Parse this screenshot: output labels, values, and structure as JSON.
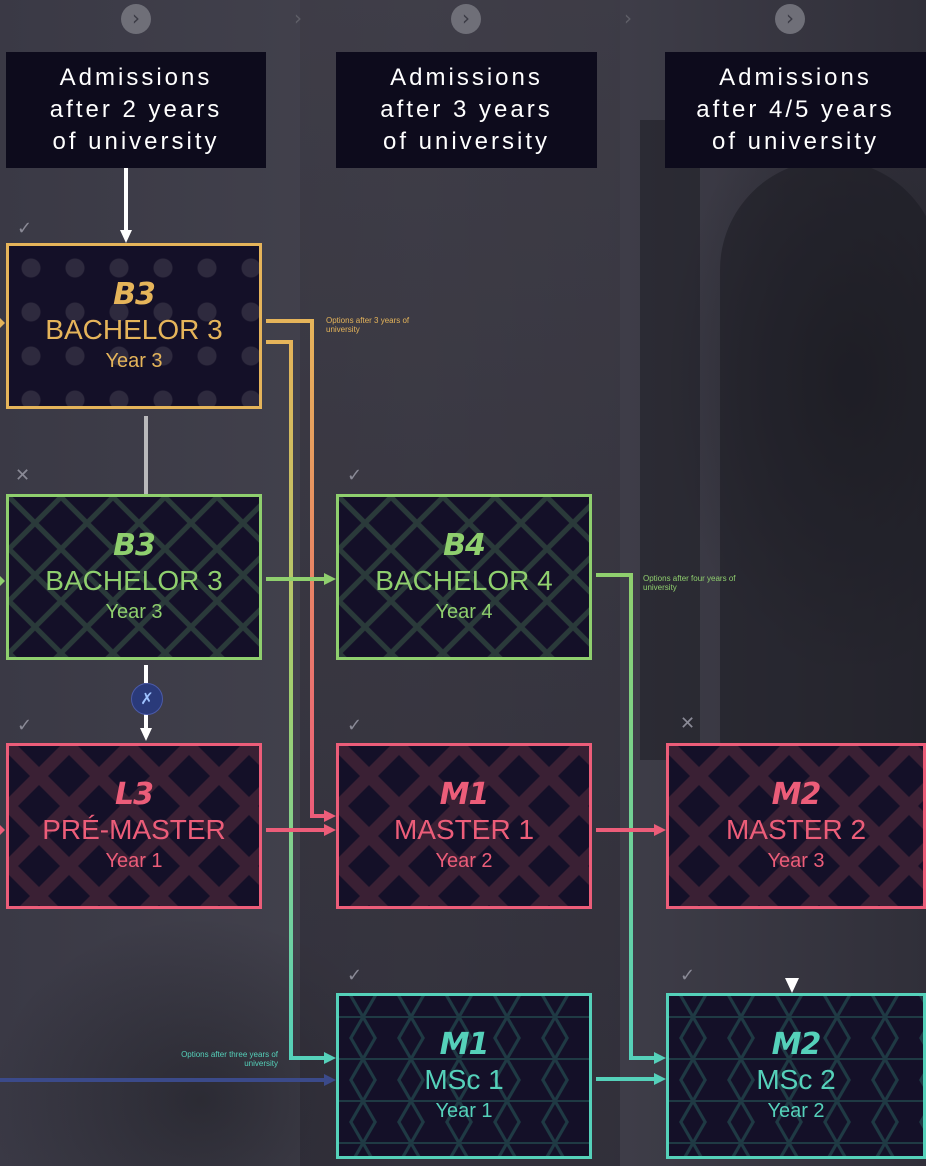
{
  "headers": [
    {
      "lines": [
        "Admissions",
        "after 2 years",
        "of university"
      ]
    },
    {
      "lines": [
        "Admissions",
        "after 3 years",
        "of university"
      ]
    },
    {
      "lines": [
        "Admissions",
        "after 4/5 years",
        "of university"
      ]
    }
  ],
  "cards": {
    "b3_top": {
      "code": "B3",
      "title": "BACHELOR 3",
      "year": "Year 3",
      "color": "#e5b45a"
    },
    "b3_mid": {
      "code": "B3",
      "title": "BACHELOR 3",
      "year": "Year 3",
      "color": "#8fcf6e"
    },
    "b4": {
      "code": "B4",
      "title": "BACHELOR 4",
      "year": "Year 4",
      "color": "#8fcf6e"
    },
    "l3": {
      "code": "L3",
      "title": "PRÉ-MASTER",
      "year": "Year 1",
      "color": "#ec5d79"
    },
    "m1": {
      "code": "M1",
      "title": "MASTER 1",
      "year": "Year 2",
      "color": "#ec5d79"
    },
    "m2": {
      "code": "M2",
      "title": "MASTER 2",
      "year": "Year 3",
      "color": "#ec5d79"
    },
    "msc1": {
      "code": "M1",
      "title": "MSc 1",
      "year": "Year 1",
      "color": "#55d1ba"
    },
    "msc2": {
      "code": "M2",
      "title": "MSc 2",
      "year": "Year 2",
      "color": "#55d1ba"
    }
  },
  "notes": {
    "after3_top": "Options after 3 years of university",
    "after4": "Options after four years of university",
    "after3_bottom": "Options after three years of university"
  },
  "marks": {
    "check": "✓",
    "cross": "✕"
  },
  "icons": {
    "chevron": "chevron-right-icon",
    "badge": "flame-icon"
  },
  "colors": {
    "orange": "#e5b45a",
    "green": "#8fcf6e",
    "pink": "#ec5d79",
    "teal": "#55d1ba",
    "navy": "#0d0b1c",
    "blue_line": "#3b4a8a"
  }
}
